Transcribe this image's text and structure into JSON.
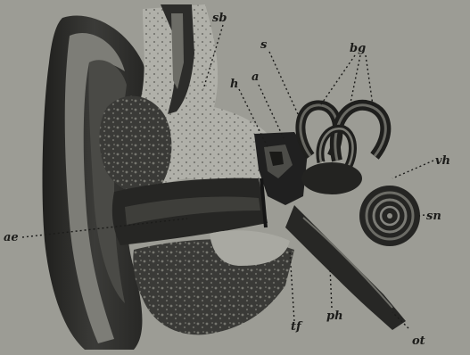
{
  "figure": {
    "subject": "ear-anatomy-cross-section",
    "colors": {
      "paper": "#9c9c95",
      "ink": "#1c1c1a",
      "shade": "#2a2a28",
      "mid": "#5a5a55",
      "light": "#b4b4ad"
    },
    "labels": {
      "sb": "sb",
      "a": "a",
      "s": "s",
      "bg": "bg",
      "h": "h",
      "vh": "vh",
      "sn": "sn",
      "ae": "ae",
      "tf": "tf",
      "ph": "ph",
      "ot": "ot"
    }
  }
}
